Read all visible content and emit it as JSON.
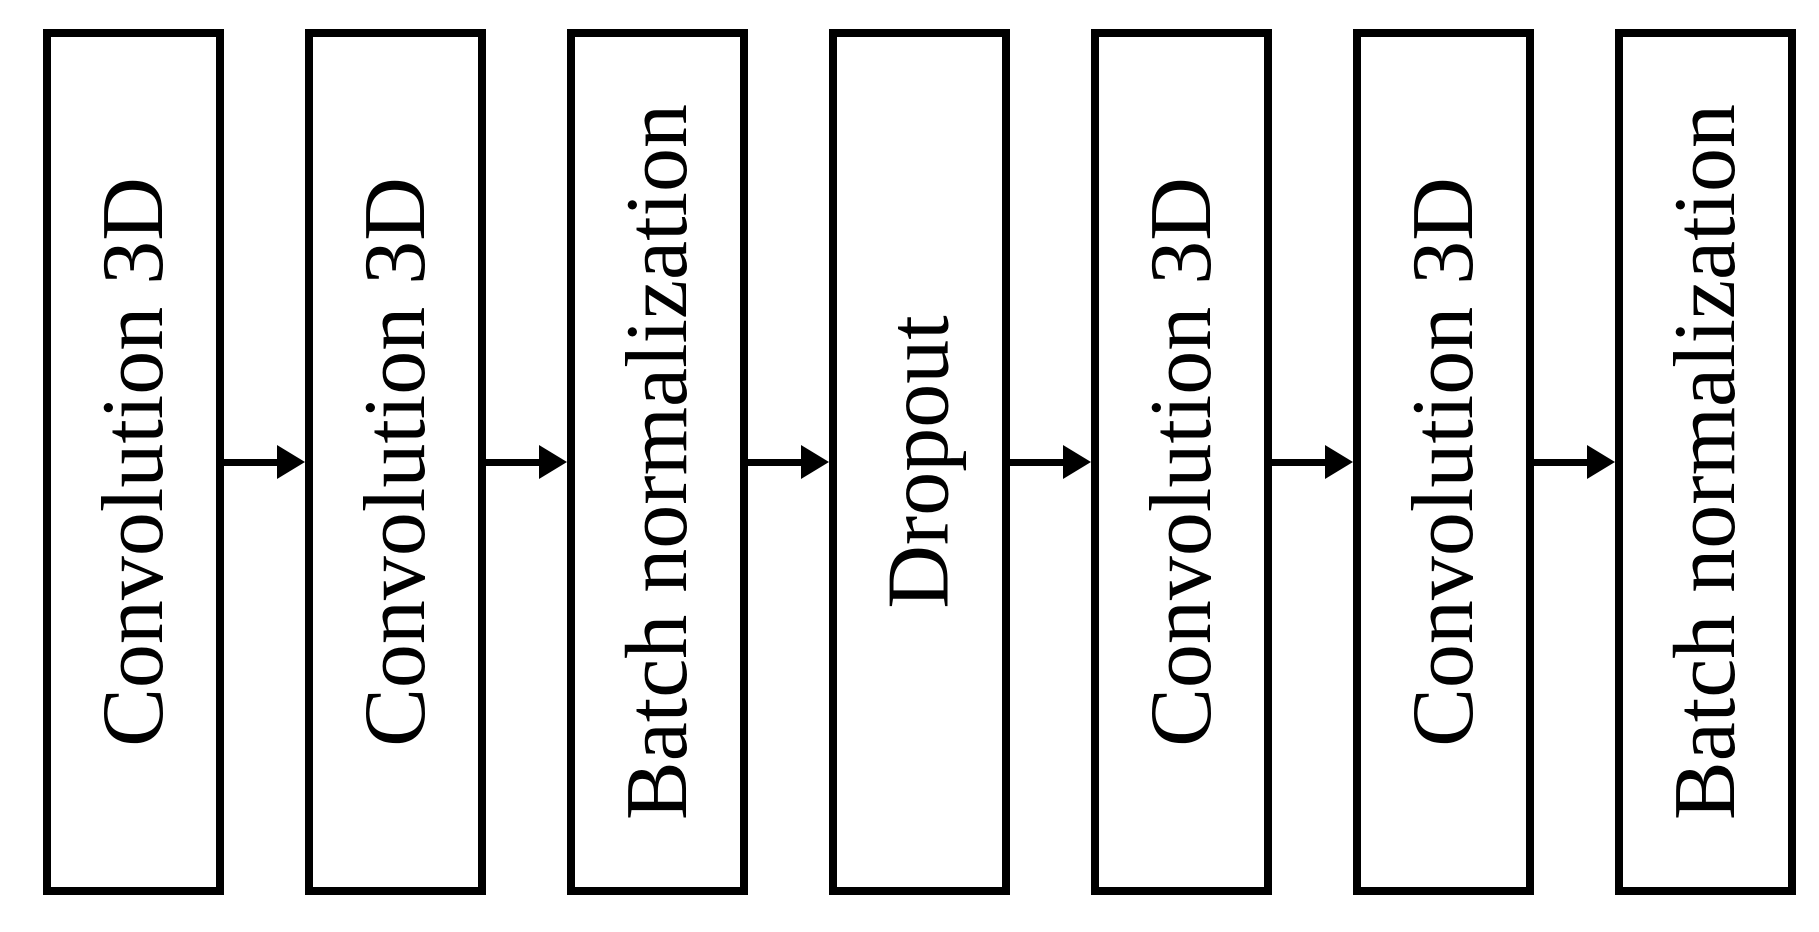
{
  "figure": {
    "background_color": "#ffffff",
    "box_border_color": "#000000",
    "text_color": "#000000",
    "arrow_color": "#000000"
  },
  "diagram": {
    "type": "flowchart",
    "direction": "left-to-right",
    "text_orientation": "rotated-90-ccw-reads-bottom-to-top",
    "nodes": [
      {
        "label": "Convolution 3D"
      },
      {
        "label": "Convolution 3D"
      },
      {
        "label": "Batch normalization"
      },
      {
        "label": "Dropout"
      },
      {
        "label": "Convolution 3D"
      },
      {
        "label": "Convolution 3D"
      },
      {
        "label": "Batch normalization"
      }
    ],
    "edges": [
      {
        "from": 0,
        "to": 1
      },
      {
        "from": 1,
        "to": 2
      },
      {
        "from": 2,
        "to": 3
      },
      {
        "from": 3,
        "to": 4
      },
      {
        "from": 4,
        "to": 5
      },
      {
        "from": 5,
        "to": 6
      }
    ]
  }
}
